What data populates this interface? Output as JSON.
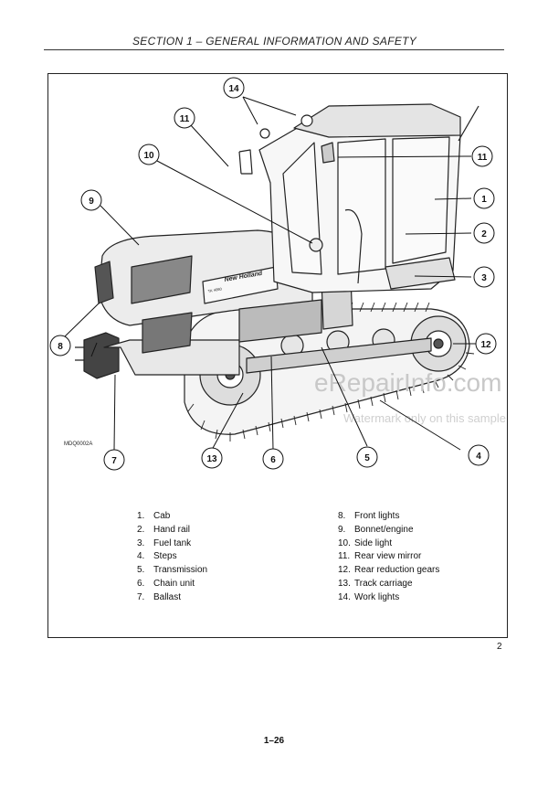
{
  "header": {
    "section_title": "SECTION 1 – GENERAL INFORMATION AND SAFETY"
  },
  "figure": {
    "code": "MDQ0002A",
    "brand_text": "New Holland",
    "model_text": "TK 4060",
    "callouts": [
      "1",
      "2",
      "3",
      "4",
      "5",
      "6",
      "7",
      "8",
      "9",
      "10",
      "11",
      "11",
      "12",
      "13",
      "14"
    ],
    "watermark_main": "eRepairInfo.com",
    "watermark_sub": "Watermark only on this sample"
  },
  "legend": {
    "left": [
      {
        "num": "1.",
        "label": "Cab"
      },
      {
        "num": "2.",
        "label": "Hand rail"
      },
      {
        "num": "3.",
        "label": "Fuel tank"
      },
      {
        "num": "4.",
        "label": "Steps"
      },
      {
        "num": "5.",
        "label": "Transmission"
      },
      {
        "num": "6.",
        "label": "Chain unit"
      },
      {
        "num": "7.",
        "label": "Ballast"
      }
    ],
    "right": [
      {
        "num": "8.",
        "label": "Front lights"
      },
      {
        "num": "9.",
        "label": "Bonnet/engine"
      },
      {
        "num": "10.",
        "label": "Side light"
      },
      {
        "num": "11.",
        "label": "Rear view mirror"
      },
      {
        "num": "12.",
        "label": "Rear reduction gears"
      },
      {
        "num": "13.",
        "label": "Track carriage"
      },
      {
        "num": "14.",
        "label": "Work lights"
      }
    ]
  },
  "figure_number": "2",
  "page_number": "1–26"
}
